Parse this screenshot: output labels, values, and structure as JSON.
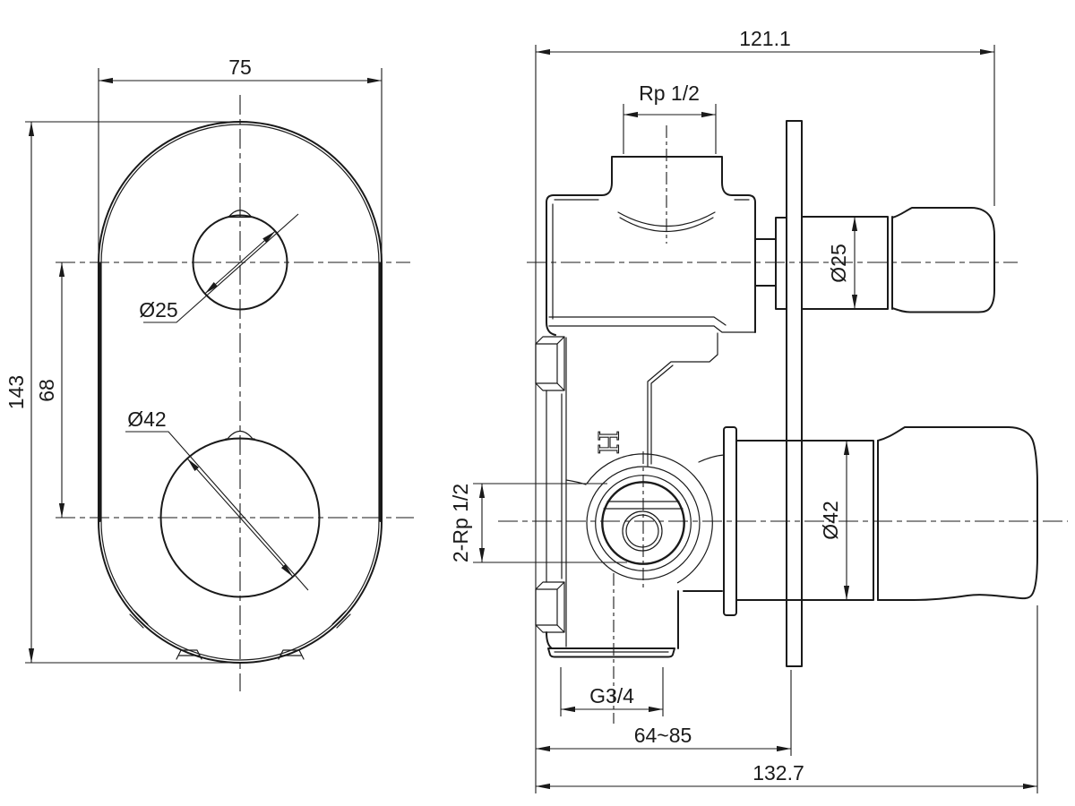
{
  "drawing_type": "technical-dimension-drawing",
  "subject": "concealed thermostatic shower mixer valve, two orthographic views",
  "colors": {
    "line": "#1a1a1a",
    "background": "#ffffff"
  },
  "front_view": {
    "plate_width": "75",
    "plate_height": "143",
    "knob_spacing": "68",
    "small_knob_dia": "Ø25",
    "large_knob_dia": "Ø42"
  },
  "side_view": {
    "overall_width": "121.1",
    "top_port_thread": "Rp 1/2",
    "small_knob_dia": "Ø25",
    "large_knob_dia": "Ø42",
    "side_ports_thread": "2-Rp 1/2",
    "hot_marking": "H",
    "bottom_port_thread": "G3/4",
    "install_depth_range": "64~85",
    "overall_depth": "132.7"
  }
}
